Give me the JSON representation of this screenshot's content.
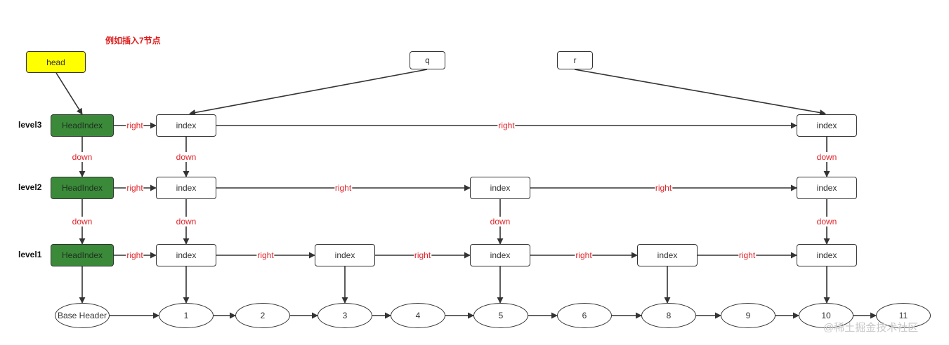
{
  "note": "例如插入7节点",
  "watermark": "@稀土掘金技术社区",
  "head": "head",
  "pointers": {
    "q": "q",
    "r": "r"
  },
  "levels": [
    "level3",
    "level2",
    "level1"
  ],
  "head_index": "HeadIndex",
  "index": "index",
  "edge_labels": {
    "right": "right",
    "down": "down"
  },
  "base_header": "Base Header",
  "nodes": [
    "1",
    "2",
    "3",
    "4",
    "5",
    "6",
    "8",
    "9",
    "10",
    "11"
  ],
  "colors": {
    "head_fill": "#ffff00",
    "head_index_fill": "#3a8a3a",
    "label_red": "#e0262b",
    "stroke": "#333333"
  }
}
